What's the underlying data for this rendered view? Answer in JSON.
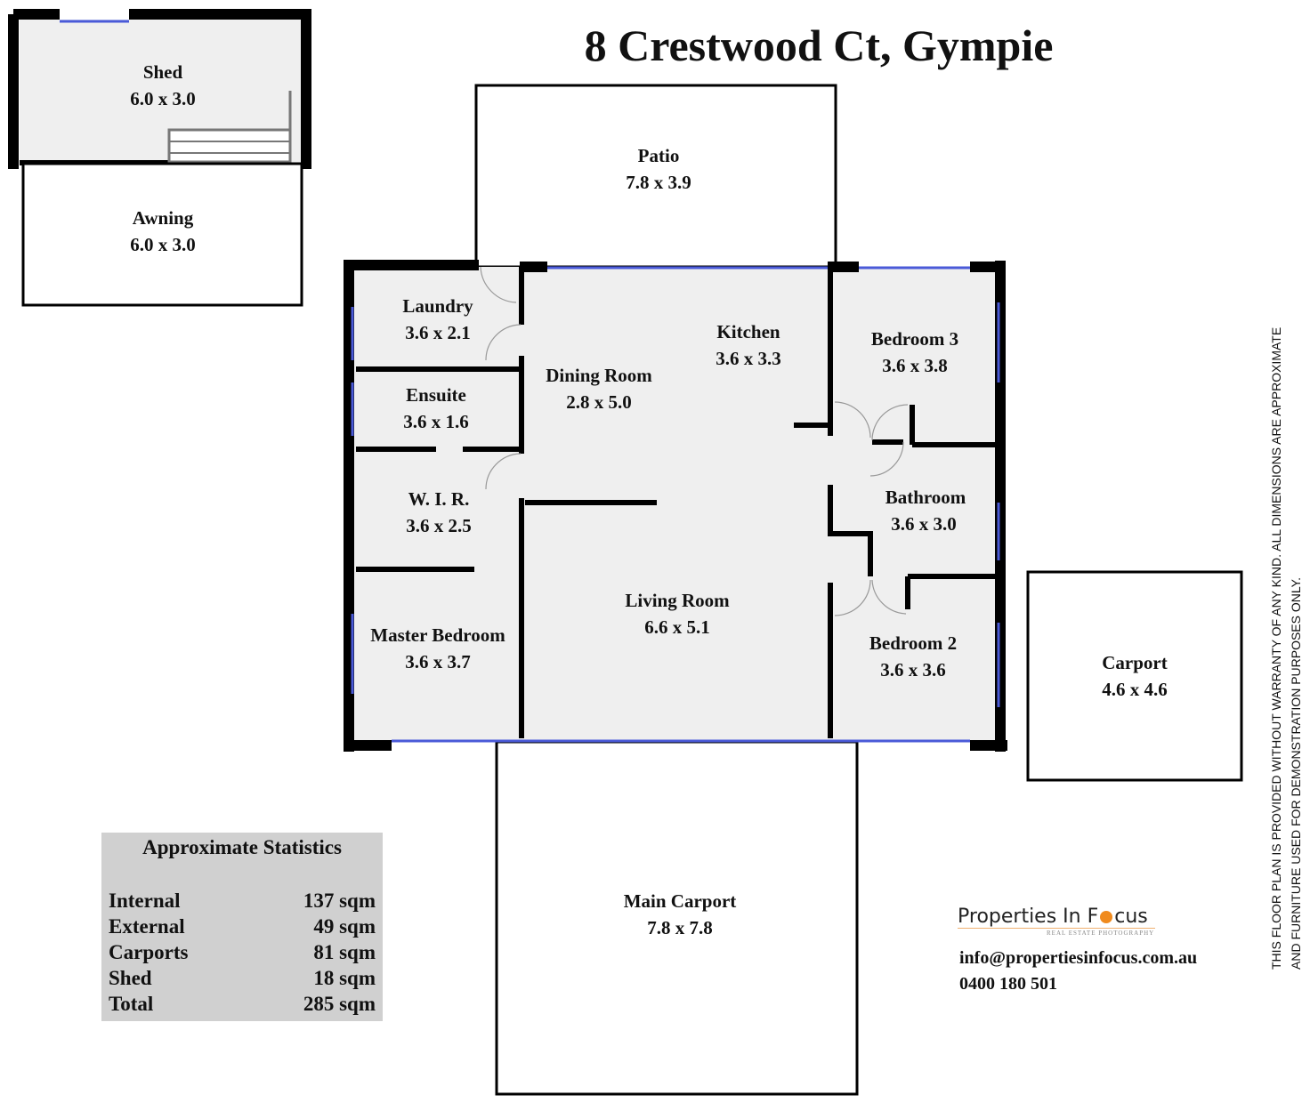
{
  "title": "8 Crestwood Ct, Gympie",
  "rooms": {
    "shed": {
      "name": "Shed",
      "dims": "6.0 x 3.0"
    },
    "awning": {
      "name": "Awning",
      "dims": "6.0 x 3.0"
    },
    "patio": {
      "name": "Patio",
      "dims": "7.8 x 3.9"
    },
    "laundry": {
      "name": "Laundry",
      "dims": "3.6 x 2.1"
    },
    "ensuite": {
      "name": "Ensuite",
      "dims": "3.6 x 1.6"
    },
    "wir": {
      "name": "W. I. R.",
      "dims": "3.6 x 2.5"
    },
    "master": {
      "name": "Master Bedroom",
      "dims": "3.6 x 3.7"
    },
    "dining": {
      "name": "Dining Room",
      "dims": "2.8 x 5.0"
    },
    "kitchen": {
      "name": "Kitchen",
      "dims": "3.6 x 3.3"
    },
    "living": {
      "name": "Living Room",
      "dims": "6.6 x 5.1"
    },
    "bed3": {
      "name": "Bedroom 3",
      "dims": "3.6 x 3.8"
    },
    "bathroom": {
      "name": "Bathroom",
      "dims": "3.6 x 3.0"
    },
    "bed2": {
      "name": "Bedroom 2",
      "dims": "3.6 x 3.6"
    },
    "carport": {
      "name": "Carport",
      "dims": "4.6 x 4.6"
    },
    "main_carport": {
      "name": "Main Carport",
      "dims": "7.8 x 7.8"
    }
  },
  "stats": {
    "heading": "Approximate Statistics",
    "rows": [
      {
        "label": "Internal",
        "value": "137 sqm"
      },
      {
        "label": "External",
        "value": "49 sqm"
      },
      {
        "label": "Carports",
        "value": "81 sqm"
      },
      {
        "label": "Shed",
        "value": "18 sqm"
      },
      {
        "label": "Total",
        "value": "285 sqm"
      }
    ]
  },
  "brand": {
    "name_pre": "Properties In F",
    "name_post": "cus",
    "tagline": "REAL ESTATE PHOTOGRAPHY",
    "email": "info@propertiesinfocus.com.au",
    "phone": "0400 180 501"
  },
  "disclaimer": {
    "line1": "THIS FLOOR PLAN IS PROVIDED WITHOUT WARRANTY OF ANY KIND. ALL DIMENSIONS ARE APPROXIMATE",
    "line2": "AND FURNITURE USED FOR DEMONSTRATION PURPOSES ONLY."
  },
  "colors": {
    "floor": "#efefef",
    "wall": "#000000",
    "window": "#4a5ad8",
    "stats_bg": "#d0d0d0",
    "accent": "#f08a1c"
  }
}
